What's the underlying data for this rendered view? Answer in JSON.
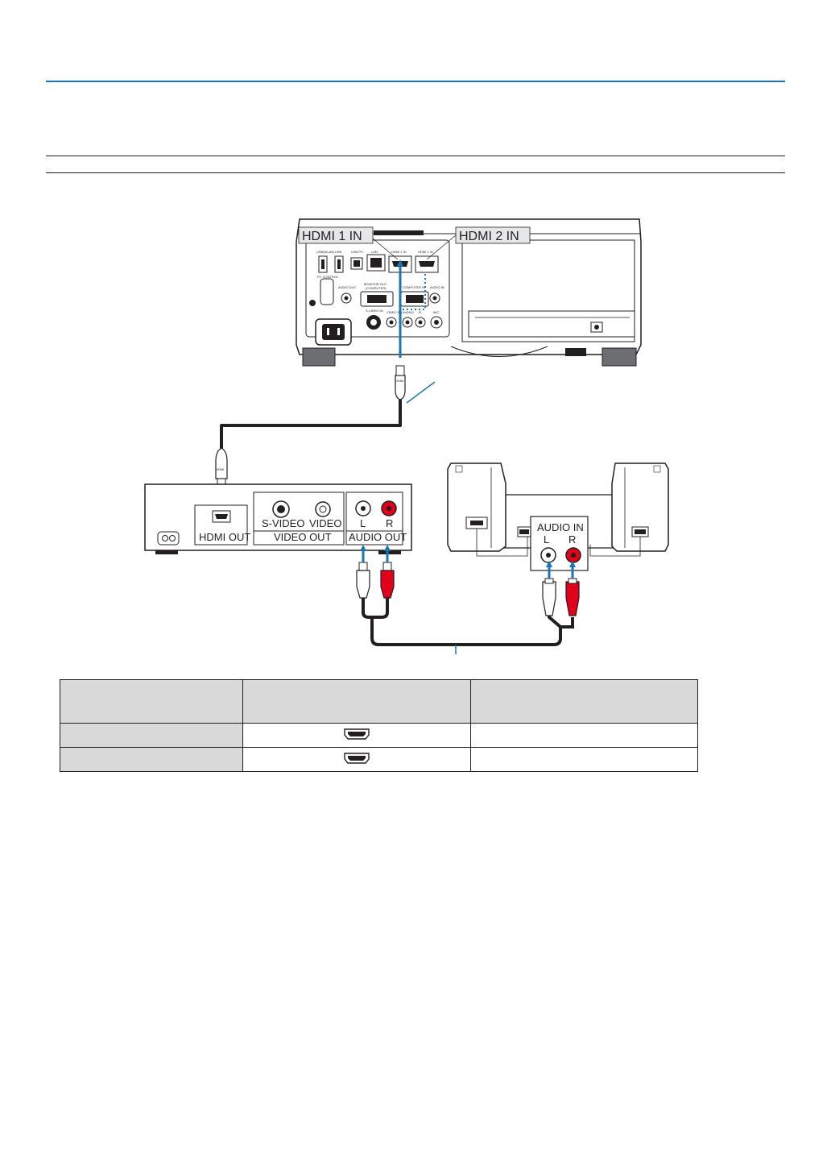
{
  "projector": {
    "callout_hdmi1": "HDMI 1 IN",
    "callout_hdmi2": "HDMI 2 IN",
    "panel": {
      "usb_wlan": "USB(WLAN)",
      "usb": "USB",
      "usb_pc": "USB PC",
      "lan": "LAN",
      "hdmi1": "HDMI 1 IN",
      "hdmi2": "HDMI 2 IN",
      "pc_control": "PC CONTROL",
      "audio_out": "AUDIO OUT",
      "monitor_out": "MONITOR OUT",
      "monitor_out_sub": "(COMPUTER)",
      "computer_in": "COMPUTER IN",
      "audio_in": "AUDIO IN",
      "s_video_in": "S-VIDEO IN",
      "video_in": "VIDEO IN",
      "l_mono": "L/MONO",
      "r": "R",
      "mic": "MIC"
    }
  },
  "cable": {
    "plug_label": "HDMI"
  },
  "av_device": {
    "s_video": "S-VIDEO",
    "video": "VIDEO",
    "l": "L",
    "r": "R",
    "hdmi_out": "HDMI OUT",
    "video_out": "VIDEO OUT",
    "audio_out": "AUDIO OUT"
  },
  "speakers": {
    "audio_in": "AUDIO IN",
    "l": "L",
    "r": "R"
  },
  "table": {
    "headers": [
      "",
      "",
      ""
    ],
    "rows": [
      {
        "cells": [
          "",
          "",
          ""
        ],
        "icon": "hdmi-connector-icon"
      },
      {
        "cells": [
          "",
          "",
          ""
        ],
        "icon": "hdmi-connector-icon"
      }
    ]
  },
  "colors": {
    "accent_blue": "#1a76b2",
    "red_plug": "#e2001a",
    "table_header_bg": "#d9d9da"
  }
}
